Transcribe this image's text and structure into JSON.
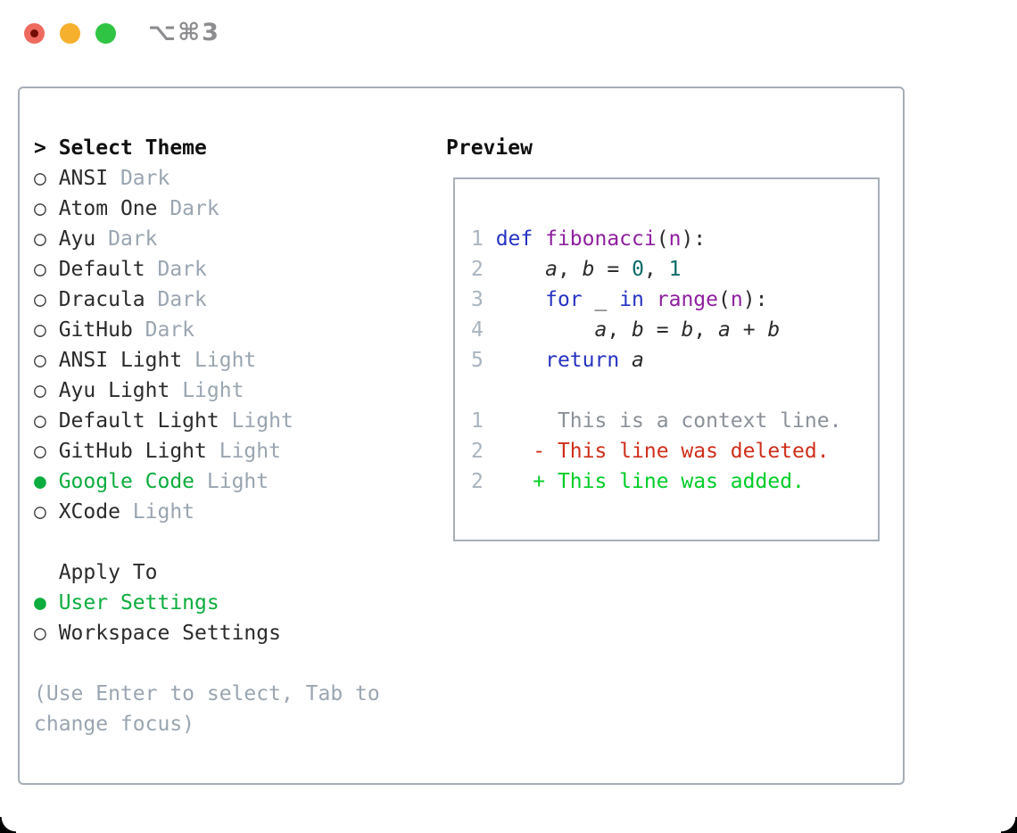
{
  "titlebar": {
    "title": "⌥⌘3"
  },
  "glyphs": {
    "prompt": "> ",
    "bullet_selected": "●",
    "bullet_unselected": "○",
    "header_indent": "  "
  },
  "theme_list": {
    "header": "Select Theme",
    "items": [
      {
        "name": "ANSI",
        "variant": "Dark",
        "selected": false
      },
      {
        "name": "Atom One",
        "variant": "Dark",
        "selected": false
      },
      {
        "name": "Ayu",
        "variant": "Dark",
        "selected": false
      },
      {
        "name": "Default",
        "variant": "Dark",
        "selected": false
      },
      {
        "name": "Dracula",
        "variant": "Dark",
        "selected": false
      },
      {
        "name": "GitHub",
        "variant": "Dark",
        "selected": false
      },
      {
        "name": "ANSI Light",
        "variant": "Light",
        "selected": false
      },
      {
        "name": "Ayu Light",
        "variant": "Light",
        "selected": false
      },
      {
        "name": "Default Light",
        "variant": "Light",
        "selected": false
      },
      {
        "name": "GitHub Light",
        "variant": "Light",
        "selected": false
      },
      {
        "name": "Google Code",
        "variant": "Light",
        "selected": true
      },
      {
        "name": "XCode",
        "variant": "Light",
        "selected": false
      }
    ]
  },
  "apply_to": {
    "header": "Apply To",
    "options": [
      {
        "label": "User Settings",
        "selected": true
      },
      {
        "label": "Workspace Settings",
        "selected": false
      }
    ]
  },
  "help_text": "(Use Enter to select, Tab to change focus)",
  "preview": {
    "header": "Preview",
    "lines": [
      {
        "tokens": [
          [
            "ln",
            "1 "
          ],
          [
            "kw",
            "def "
          ],
          [
            "fn",
            "fibonacci"
          ],
          [
            "pl",
            "("
          ],
          [
            "fn",
            "n"
          ],
          [
            "pl",
            "):"
          ]
        ]
      },
      {
        "tokens": [
          [
            "ln",
            "2 "
          ],
          [
            "pl",
            "    "
          ],
          [
            "var",
            "a"
          ],
          [
            "pl",
            ", "
          ],
          [
            "var",
            "b"
          ],
          [
            "pl",
            " = "
          ],
          [
            "num",
            "0"
          ],
          [
            "pl",
            ", "
          ],
          [
            "num",
            "1"
          ]
        ]
      },
      {
        "tokens": [
          [
            "ln",
            "3 "
          ],
          [
            "pl",
            "    "
          ],
          [
            "kw",
            "for"
          ],
          [
            "pl",
            " _ "
          ],
          [
            "kw",
            "in"
          ],
          [
            "pl",
            " "
          ],
          [
            "fn",
            "range"
          ],
          [
            "pl",
            "("
          ],
          [
            "fn",
            "n"
          ],
          [
            "pl",
            "):"
          ]
        ]
      },
      {
        "tokens": [
          [
            "ln",
            "4 "
          ],
          [
            "pl",
            "        "
          ],
          [
            "var",
            "a"
          ],
          [
            "pl",
            ", "
          ],
          [
            "var",
            "b"
          ],
          [
            "pl",
            " = "
          ],
          [
            "var",
            "b"
          ],
          [
            "pl",
            ", "
          ],
          [
            "var",
            "a"
          ],
          [
            "pl",
            " + "
          ],
          [
            "var",
            "b"
          ]
        ]
      },
      {
        "tokens": [
          [
            "ln",
            "5 "
          ],
          [
            "pl",
            "    "
          ],
          [
            "kw",
            "return"
          ],
          [
            "pl",
            " "
          ],
          [
            "var",
            "a"
          ]
        ]
      },
      {
        "tokens": []
      },
      {
        "tokens": [
          [
            "ln",
            "1"
          ],
          [
            "ctx",
            "      This is a context line."
          ]
        ]
      },
      {
        "tokens": [
          [
            "ln",
            "2"
          ],
          [
            "pl",
            "    "
          ],
          [
            "del",
            "- This line was deleted."
          ]
        ]
      },
      {
        "tokens": [
          [
            "ln",
            "2"
          ],
          [
            "pl",
            "    "
          ],
          [
            "add",
            "+ This line was added."
          ]
        ]
      }
    ]
  },
  "colors": {
    "accent-green": "#0cad3e",
    "added-green": "#00cd28",
    "deleted-red": "#cf2e1b",
    "context-gray": "#8b9199",
    "keyword-blue": "#2633c0",
    "function-magenta": "#8e1f9e",
    "number-teal": "#0a6a66",
    "line-number-gray": "#a9b4bf",
    "muted-gray": "#9aa5b1",
    "text-dark": "#2b2b2b",
    "border-gray": "#a6aeb8",
    "traffic-red": "#ee6a5e",
    "traffic-red-dot": "#720d05",
    "traffic-yellow": "#f5b02d",
    "traffic-green": "#30c444",
    "title-gray": "#8d8d90"
  }
}
